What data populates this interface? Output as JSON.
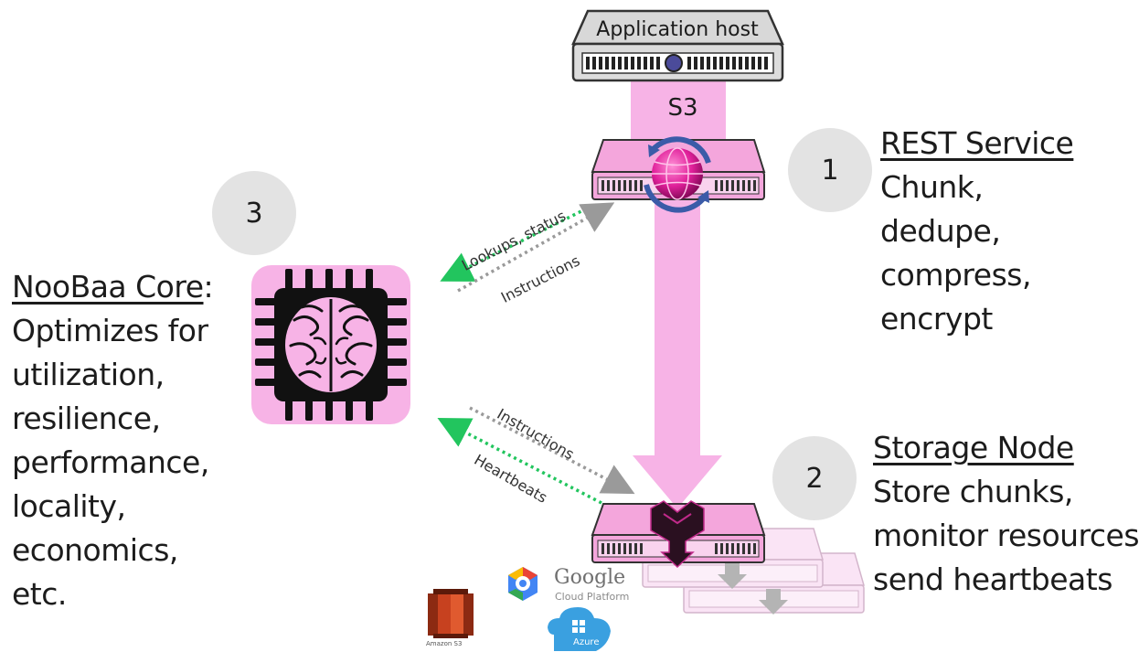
{
  "application_host": {
    "label": "Application host"
  },
  "s3_label": "S3",
  "rest_service": {
    "number": "1",
    "title": "REST Service",
    "lines": [
      "Chunk,",
      "dedupe,",
      "compress,",
      "encrypt"
    ]
  },
  "storage_node": {
    "number": "2",
    "title": "Storage Node",
    "lines": [
      "Store chunks,",
      "monitor resources,",
      "send heartbeats"
    ]
  },
  "noobaa_core": {
    "number": "3",
    "title": "NooBaa Core",
    "title_suffix": ":",
    "lines": [
      "Optimizes for",
      "utilization,",
      "resilience,",
      "performance,",
      "locality,",
      "economics,",
      "etc."
    ]
  },
  "arrows": {
    "lookups_status": "Lookups, status",
    "instructions_top": "Instructions",
    "instructions_bottom": "Instructions",
    "heartbeats": "Heartbeats"
  },
  "cloud_providers": {
    "google": "Google",
    "google_sub": "Cloud Platform",
    "amazon": "Amazon S3",
    "azure": "Azure"
  },
  "colors": {
    "pink_beam": "#f7b3e6",
    "pink_box": "#f4a6dc",
    "pink_light": "#f7cfee",
    "green_arrow": "#22c55e",
    "gray_arrow": "#9a9a9a",
    "circle_bg": "#e3e3e3",
    "amazon_red": "#c7411f",
    "azure_blue": "#3aa0e0"
  }
}
